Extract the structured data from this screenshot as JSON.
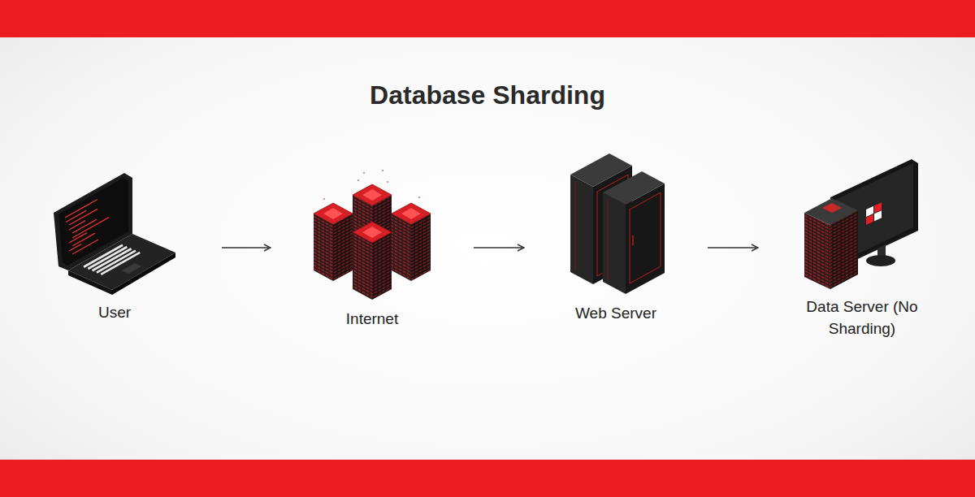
{
  "diagram": {
    "title": "Database Sharding",
    "nodes": [
      {
        "text": [
          "User"
        ]
      },
      {
        "text": [
          "Internet"
        ]
      },
      {
        "text": [
          "Web Server"
        ]
      },
      {
        "text": [
          "Data Server (No Sharding)"
        ]
      }
    ],
    "edges": [
      {
        "from": 0,
        "to": 1,
        "arrow": "to"
      },
      {
        "from": 1,
        "to": 2,
        "arrow": "to"
      },
      {
        "from": 2,
        "to": 3,
        "arrow": "to"
      }
    ]
  }
}
